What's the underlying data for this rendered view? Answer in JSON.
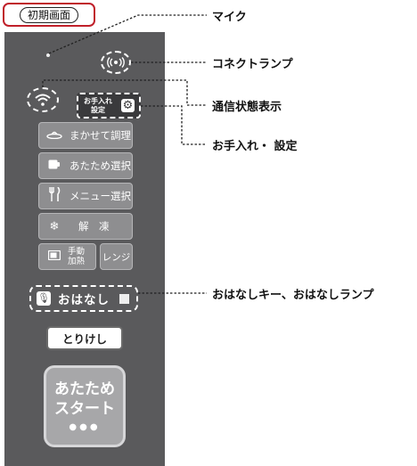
{
  "initial_screen_label": "初期画面",
  "callouts": {
    "mic": "マイク",
    "connect_lamp": "コネクトランプ",
    "comm_status": "通信状態表示",
    "care_settings": "お手入れ・ 設定",
    "talk_key": "おはなしキー、おはなしランプ"
  },
  "panel": {
    "care_button": {
      "line1": "お手入れ",
      "line2": "設定",
      "icon": "gear-icon"
    },
    "menu": [
      {
        "label": "まかせて調理",
        "icon": "dish-icon"
      },
      {
        "label": "あたため選択",
        "icon": "cup-icon"
      },
      {
        "label": "メニュー選択",
        "icon": "fork-knife-icon"
      },
      {
        "label": "解　凍",
        "icon": "snowflake-icon"
      }
    ],
    "manual_heat": {
      "line1": "手動",
      "line2": "加熱",
      "icon": "microwave-icon"
    },
    "range": "レンジ",
    "talk": {
      "label": "おはなし",
      "icon": "microphone-icon",
      "lamp_icon": "grid-lamp-icon"
    },
    "cancel": "とりけし",
    "start": {
      "line1": "あたため",
      "line2": "スタート",
      "dots": "●●●"
    }
  }
}
